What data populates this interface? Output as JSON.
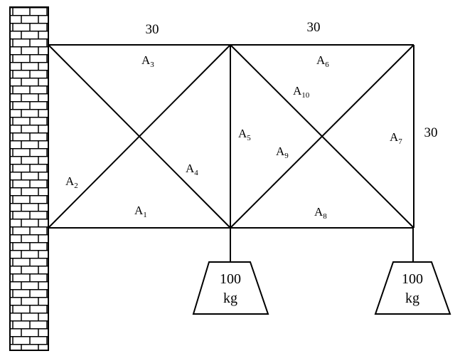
{
  "dimensions": {
    "top_left": "30",
    "top_right": "30",
    "right_side": "30"
  },
  "members": [
    {
      "letter": "A",
      "index": "1"
    },
    {
      "letter": "A",
      "index": "2"
    },
    {
      "letter": "A",
      "index": "3"
    },
    {
      "letter": "A",
      "index": "4"
    },
    {
      "letter": "A",
      "index": "5"
    },
    {
      "letter": "A",
      "index": "6"
    },
    {
      "letter": "A",
      "index": "7"
    },
    {
      "letter": "A",
      "index": "8"
    },
    {
      "letter": "A",
      "index": "9"
    },
    {
      "letter": "A",
      "index": "10"
    }
  ],
  "weights": [
    {
      "value": "100",
      "unit": "kg"
    },
    {
      "value": "100",
      "unit": "kg"
    }
  ]
}
